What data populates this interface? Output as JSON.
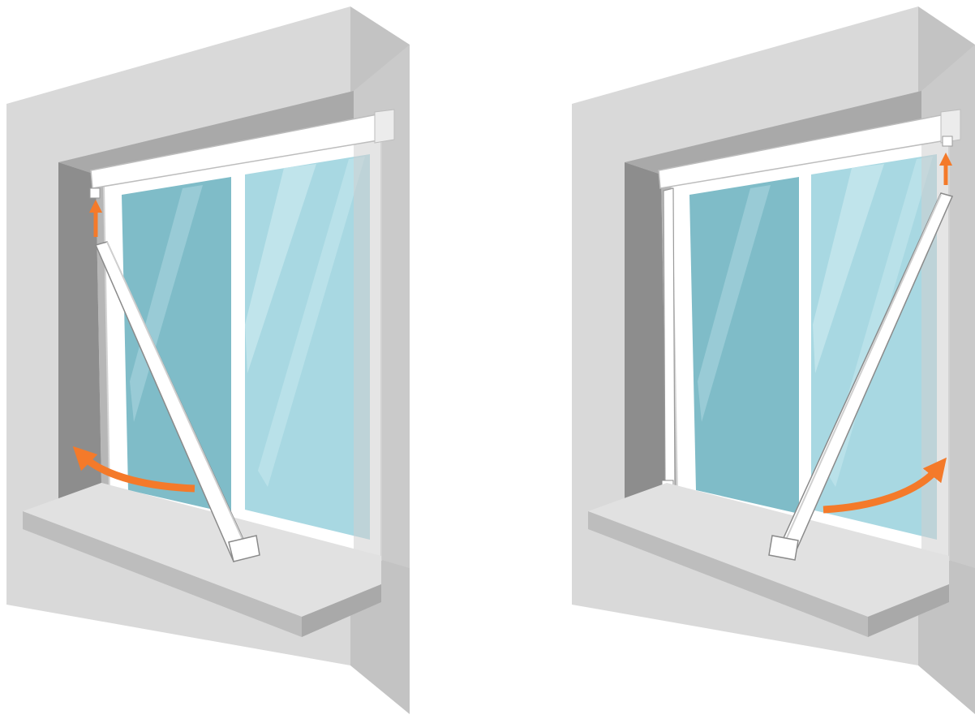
{
  "figure": {
    "panels": [
      {
        "side": "left",
        "bar_hinge": "left",
        "swing_direction": "counter-clockwise"
      },
      {
        "side": "right",
        "bar_hinge": "right",
        "swing_direction": "clockwise"
      }
    ],
    "colors": {
      "wall_front": "#d9d9d9",
      "wall_side": "#c3c3c3",
      "reveal_top": "#a9a9a9",
      "reveal_side": "#8d8d8d",
      "sill_top": "#e1e1e1",
      "sill_front": "#bdbdbd",
      "frame": "#ffffff",
      "glass_dark": "#7fbcc8",
      "glass_light": "#a8d8e2",
      "arrow": "#f47a2a"
    },
    "icons": [
      "up-arrow-icon",
      "curved-arrow-icon"
    ]
  }
}
